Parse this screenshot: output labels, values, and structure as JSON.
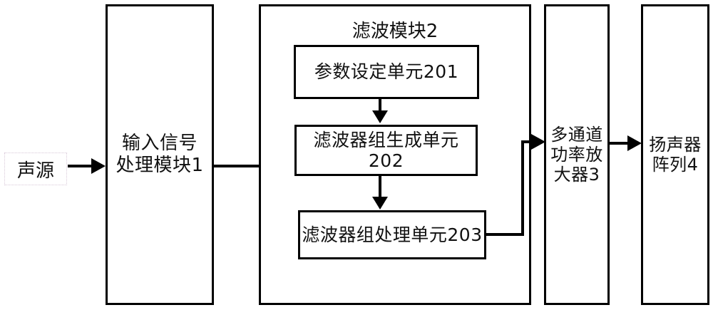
{
  "diagram": {
    "source_label": "声源",
    "blocks": [
      {
        "id": "input-signal-processing-module",
        "label": "输入信号\n处理模块1"
      },
      {
        "id": "filter-module",
        "label": "滤波模块2"
      },
      {
        "id": "parameter-setting-unit",
        "label": "参数设定单元201"
      },
      {
        "id": "filter-bank-generation-unit",
        "label": "滤波器组生成单元202"
      },
      {
        "id": "filter-bank-processing-unit",
        "label": "滤波器组处理单元203"
      },
      {
        "id": "multichannel-power-amplifier",
        "label": "多通道\n功率放\n大器3"
      },
      {
        "id": "loudspeaker-array",
        "label": "扬声器\n阵列4"
      }
    ],
    "colors": {
      "stroke": "#000000",
      "background": "#ffffff",
      "text": "#111111"
    }
  }
}
